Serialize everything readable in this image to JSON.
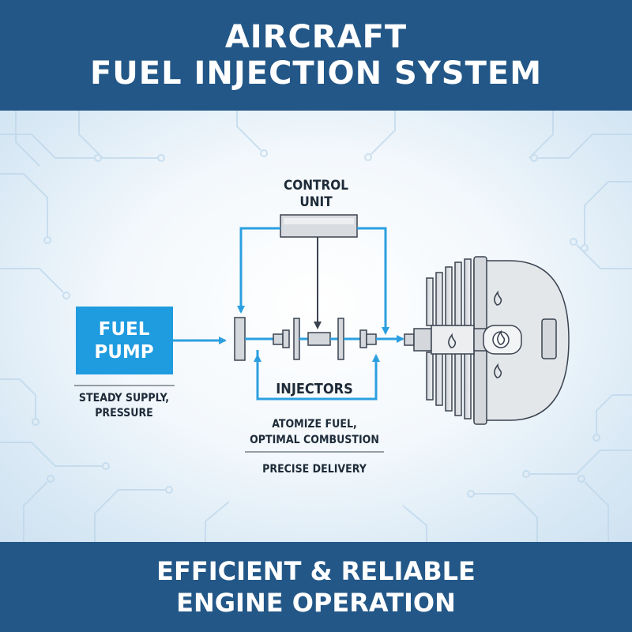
{
  "header": {
    "title_line1": "AIRCRAFT",
    "title_line2": "FUEL INJECTION SYSTEM"
  },
  "diagram": {
    "control_unit": {
      "line1": "CONTROL",
      "line2": "UNIT"
    },
    "fuel_pump": {
      "line1": "FUEL",
      "line2": "PUMP",
      "caption_line1": "STEADY SUPPLY,",
      "caption_line2": "PRESSURE"
    },
    "injectors": {
      "label": "INJECTORS",
      "caption_line1": "ATOMIZE FUEL,",
      "caption_line2": "OPTIMAL COMBUSTION",
      "caption_line3": "PRECISE DELIVERY"
    }
  },
  "footer": {
    "line1": "EFFICIENT & RELIABLE",
    "line2": "ENGINE OPERATION"
  },
  "colors": {
    "header_bg": "#235787",
    "accent_blue": "#2b9fe0",
    "pump_blue": "#1f9be0",
    "component_gray": "#d4d7db",
    "outline": "#3a4350"
  },
  "icons": [
    "circuit-trace-background",
    "flame-icon",
    "engine-cylinder-icon",
    "arrow-icon"
  ]
}
